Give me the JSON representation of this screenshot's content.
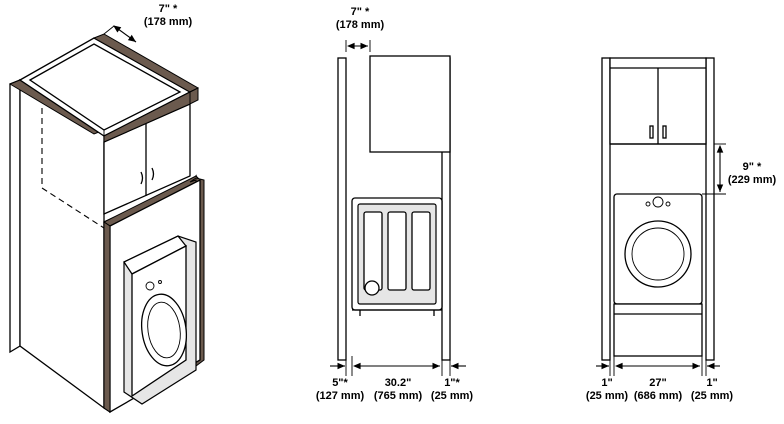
{
  "dimensions": {
    "iso_depth": {
      "imperial": "7\" *",
      "metric": "(178 mm)"
    },
    "side_depth": {
      "imperial": "7\" *",
      "metric": "(178 mm)"
    },
    "side_bottom_left": {
      "imperial": "5\"*",
      "metric": "(127 mm)"
    },
    "side_bottom_mid": {
      "imperial": "30.2\"",
      "metric": "(765 mm)"
    },
    "side_bottom_right": {
      "imperial": "1\"*",
      "metric": "(25 mm)"
    },
    "front_gap": {
      "imperial": "9\" *",
      "metric": "(229 mm)"
    },
    "front_bottom_left": {
      "imperial": "1\"",
      "metric": "(25 mm)"
    },
    "front_bottom_mid": {
      "imperial": "27\"",
      "metric": "(686 mm)"
    },
    "front_bottom_right": {
      "imperial": "1\"",
      "metric": "(25 mm)"
    }
  },
  "colors": {
    "wood_edge": "#6b5a4e",
    "panel": "#ffffff",
    "line": "#000000"
  }
}
